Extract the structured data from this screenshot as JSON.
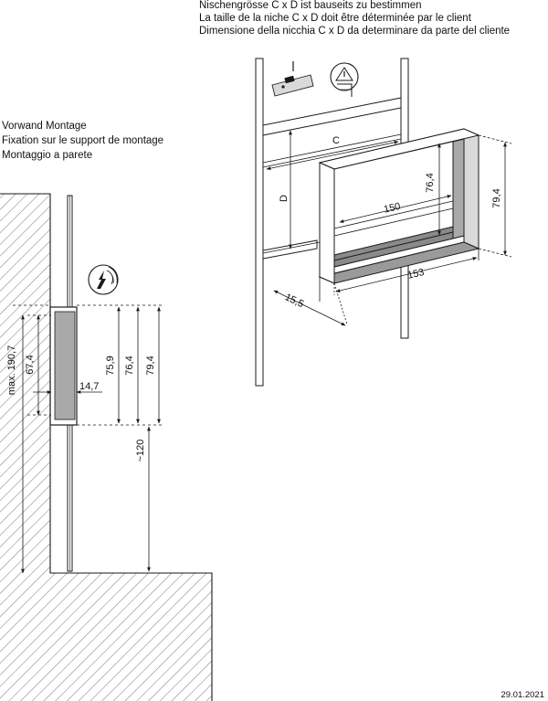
{
  "niche_heading": [
    "Nischengrösse C x D ist bauseits zu bestimmen",
    "La taille de la niche C x D doit être déterminée par le client",
    "Dimensione della nicchia C x D da determinare da parte del cliente"
  ],
  "wall_heading": [
    "Vorwand Montage",
    "Fixation sur le support de montage",
    "Montaggio a parete"
  ],
  "side_dims": {
    "max_height": "max. 190,7",
    "h_674": "67,4",
    "h_759": "75,9",
    "h_764": "76,4",
    "h_794": "79,4",
    "depth_147": "14,7",
    "floor_120": "~120"
  },
  "iso_dims": {
    "c": "C",
    "d": "D",
    "w_150": "150",
    "h_764": "76,4",
    "h_794": "79,4",
    "w_153": "153",
    "d_155": "15,5"
  },
  "date": "29.01.2021",
  "colors": {
    "line": "#1a1a1a",
    "cabinet_fill": "#a9a9a9",
    "frame_fill": "#d9d9d9",
    "hatch": "#555555"
  }
}
